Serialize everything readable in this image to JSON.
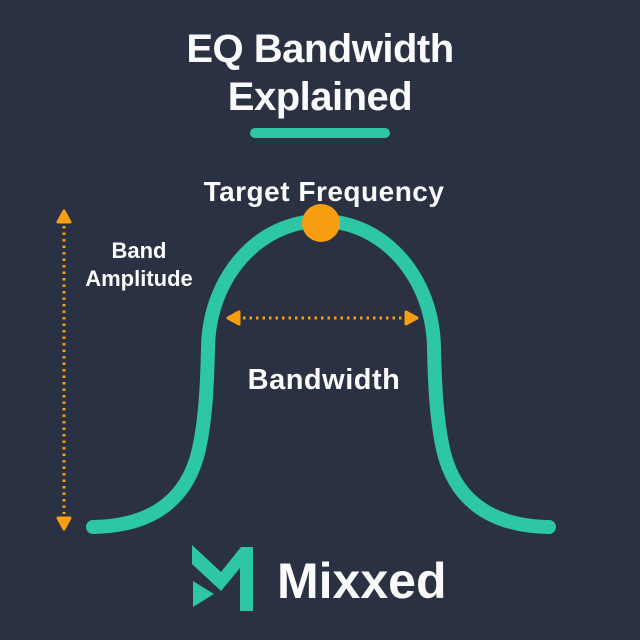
{
  "colors": {
    "bg": "#2a3142",
    "teal": "#2ec7a5",
    "orange": "#f89e12",
    "text": "#fafafa"
  },
  "header": {
    "title_line1": "EQ Bandwidth",
    "title_line2": "Explained"
  },
  "diagram": {
    "target_frequency_label": "Target Frequency",
    "band_amplitude_line1": "Band",
    "band_amplitude_line2": "Amplitude",
    "bandwidth_label": "Bandwidth"
  },
  "icons": {
    "target_frequency_dot": "orange-circle-marker",
    "band_amplitude_arrow": "vertical-dotted-double-arrow",
    "bandwidth_arrow": "horizontal-dotted-double-arrow",
    "mixxed_logo": "teal-m-monogram"
  },
  "footer": {
    "brand_name": "Mixxed"
  }
}
